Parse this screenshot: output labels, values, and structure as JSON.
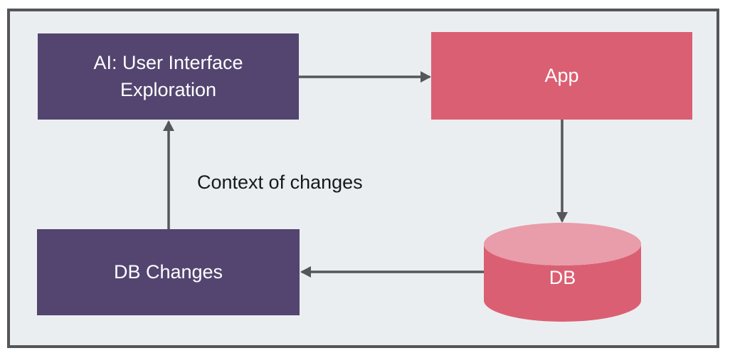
{
  "diagram": {
    "nodes": {
      "ai": {
        "label": "AI: User Interface Exploration",
        "shape": "rect",
        "color": "#534570"
      },
      "app": {
        "label": "App",
        "shape": "rect",
        "color": "#db5f72"
      },
      "db": {
        "label": "DB",
        "shape": "cylinder",
        "color": "#db5f72",
        "top_color": "#e99caa"
      },
      "db_changes": {
        "label": "DB Changes",
        "shape": "rect",
        "color": "#534570"
      }
    },
    "edges": [
      {
        "from": "ai",
        "to": "app",
        "label": ""
      },
      {
        "from": "app",
        "to": "db",
        "label": ""
      },
      {
        "from": "db",
        "to": "db_changes",
        "label": ""
      },
      {
        "from": "db_changes",
        "to": "ai",
        "label": "Context of changes"
      }
    ],
    "edge_label": "Context of changes",
    "colors": {
      "canvas_background": "#ffffff",
      "frame_background": "#ebeef1",
      "frame_border": "#55565a",
      "arrow": "#55565a",
      "node_text": "#ffffff",
      "edge_label_text": "#17191c"
    }
  }
}
